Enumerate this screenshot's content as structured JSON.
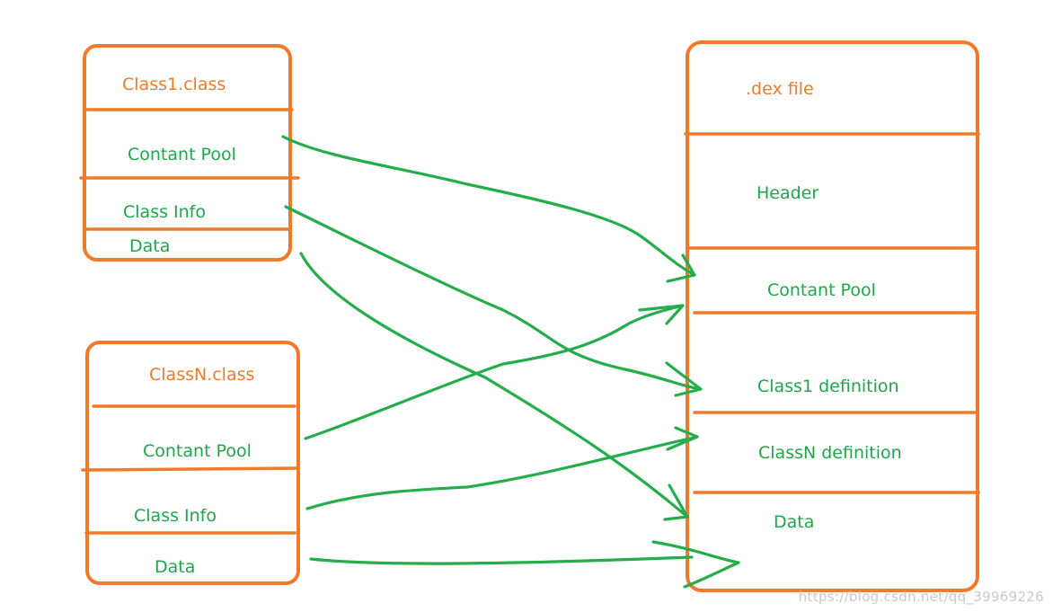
{
  "class1": {
    "title": "Class1.class",
    "sections": [
      "Contant Pool",
      "Class Info",
      "Data"
    ]
  },
  "classN": {
    "title": "ClassN.class",
    "sections": [
      "Contant Pool",
      "Class Info",
      "Data"
    ]
  },
  "dex": {
    "title": ".dex file",
    "sections": [
      "Header",
      "Contant Pool",
      "Class1 definition",
      "ClassN definition",
      "Data"
    ]
  },
  "watermark": "https://blog.csdn.net/qq_39969226",
  "colors": {
    "box_orange": "#f07a2a",
    "arrow_green": "#25ad4b",
    "label_green": "#1fa64a"
  }
}
